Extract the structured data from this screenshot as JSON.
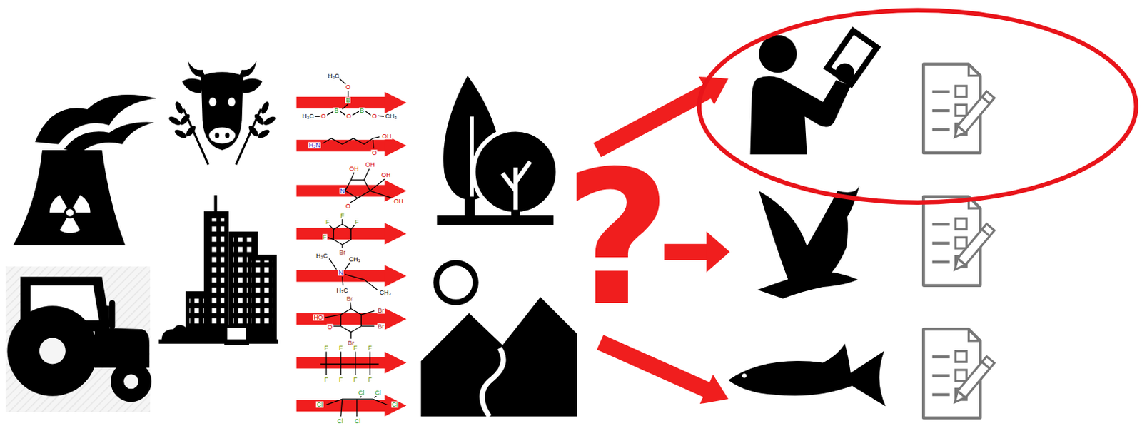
{
  "diagram": {
    "labels": [
      "H₃C",
      "O",
      "B",
      "H₃C",
      "O",
      "B",
      "O",
      "B",
      "O",
      "CH₃",
      "H₂N",
      "OH",
      "O",
      "OH",
      "OH",
      "OH",
      "N",
      "O",
      "OH",
      "F",
      "F",
      "F",
      "F",
      "Br",
      "H₃C",
      "CH₃",
      "N",
      "H₃C",
      "CH₃",
      "Br",
      "HO",
      "O",
      "Br",
      "Br",
      "Br",
      "F",
      "F",
      "F",
      "F",
      "F",
      "F",
      "F",
      "F",
      "Cl",
      "Cl",
      "Cl",
      "Cl",
      "Cl",
      "Cl",
      "?"
    ]
  }
}
